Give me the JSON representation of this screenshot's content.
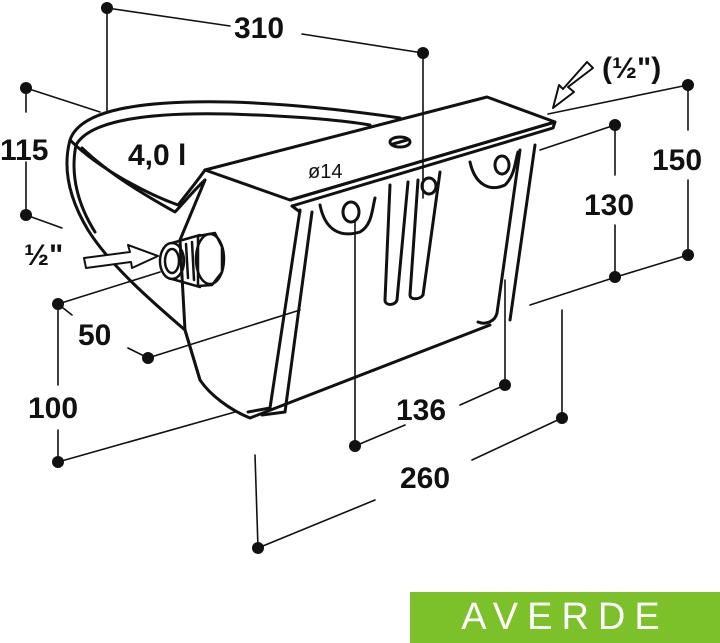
{
  "product": {
    "volume_label": "4,0 l",
    "hole_label": "ø14",
    "inlet_label": "½\"",
    "alt_inlet_label": "(½\")"
  },
  "dimensions": {
    "width_top": "310",
    "depth_left": "115",
    "height_total": "150",
    "height_bracket": "130",
    "inlet_offset": "50",
    "inlet_height": "100",
    "hole_spacing": "136",
    "length_bottom": "260"
  },
  "brand": {
    "name": "AVERDE",
    "color": "#7cc12a"
  }
}
